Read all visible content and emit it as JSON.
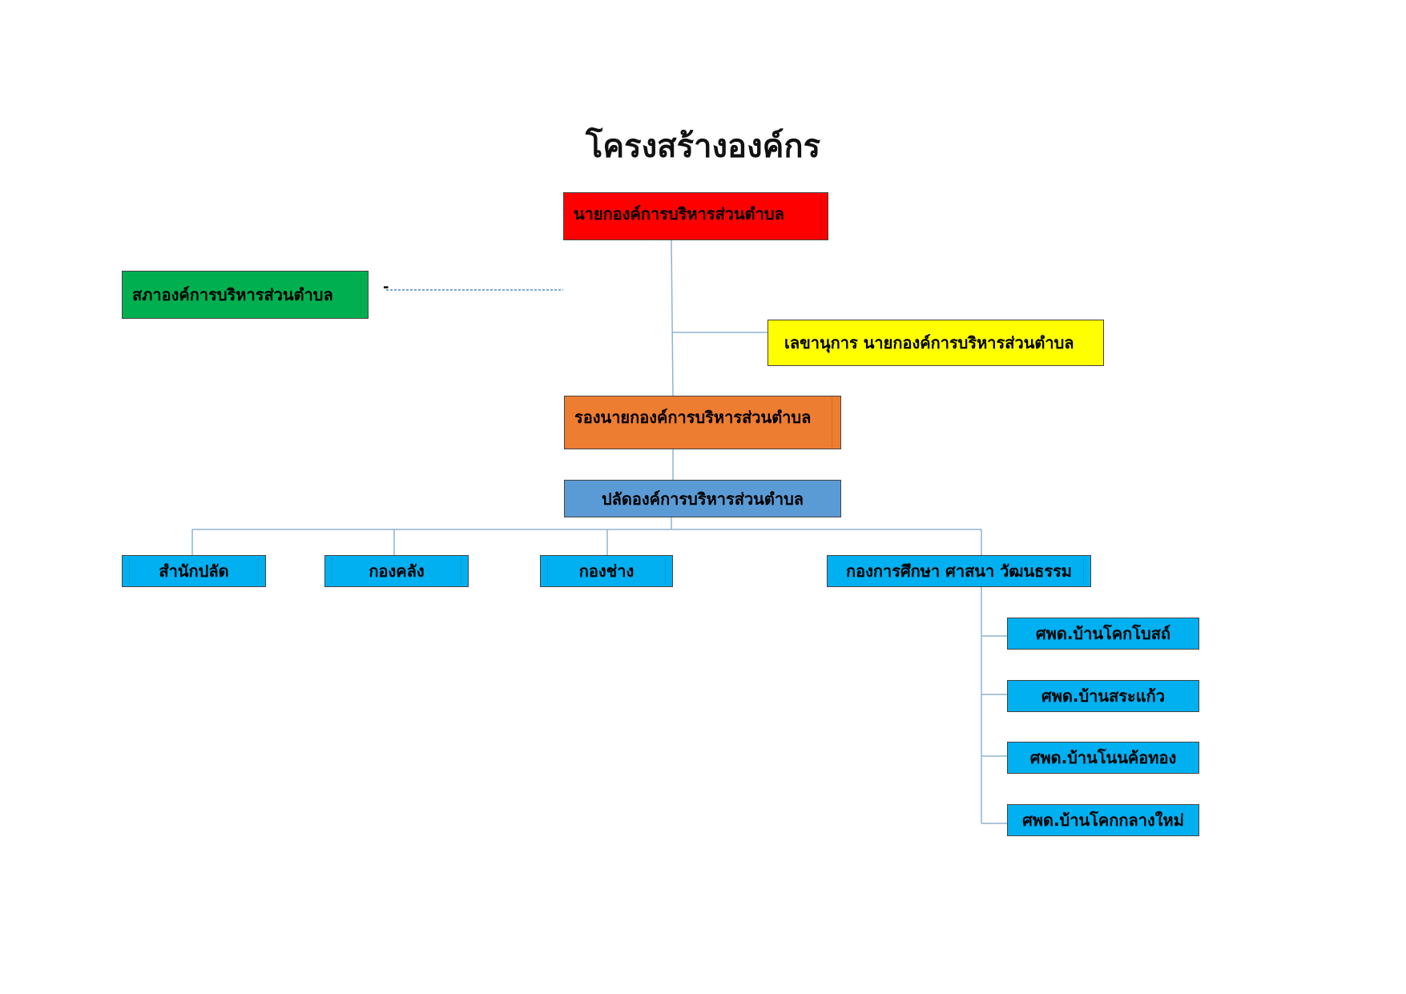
{
  "title": "โครงสร้างองค์กร",
  "nodes": {
    "mayor": "นายกองค์การบริหารส่วนตำบล",
    "council": "สภาองค์การบริหารส่วนตำบล",
    "secretary": "เลขานุการ นายกองค์การบริหารส่วนตำบล",
    "deputy_mayor": "รองนายกองค์การบริหารส่วนตำบล",
    "permanent_secretary": "ปลัดองค์การบริหารส่วนตำบล",
    "departments": [
      "สำนักปลัด",
      "กองคลัง",
      "กองช่าง",
      "กองการศึกษา ศาสนา วัฒนธรรม"
    ],
    "childcare_centers": [
      "ศพด.บ้านโคกโบสถ์",
      "ศพด.บ้านสระแก้ว",
      "ศพด.บ้านโนนค้อทอง",
      "ศพด.บ้านโคกกลางใหม่"
    ],
    "council_link_mark": "-"
  },
  "colors": {
    "mayor": "#ff0000",
    "council": "#00b050",
    "secretary": "#ffff00",
    "deputy_mayor": "#ed7d31",
    "permanent_secretary": "#5b9bd5",
    "departments": "#00b0f0",
    "connector": "#8fb4cf",
    "dashed_link": "#2e75b6"
  }
}
